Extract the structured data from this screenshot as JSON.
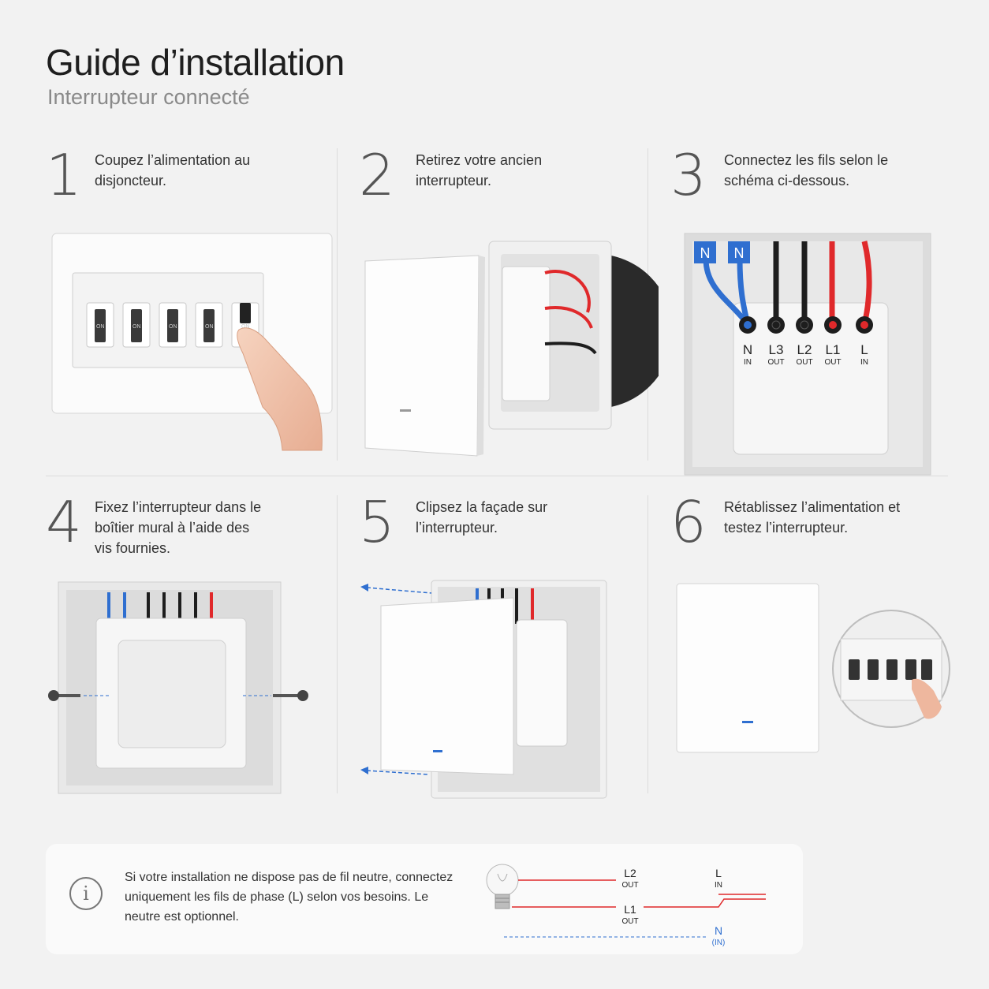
{
  "header": {
    "title": "Guide d’installation",
    "subtitle": "Interrupteur connecté"
  },
  "steps": [
    {
      "number": "1",
      "text": "Coupez l’alimentation au disjoncteur."
    },
    {
      "number": "2",
      "text": "Retirez votre ancien interrupteur."
    },
    {
      "number": "3",
      "text": "Connectez les fils selon le schéma ci-dessous."
    },
    {
      "number": "4",
      "text": "Fixez l’interrupteur dans le boîtier mural à l’aide des vis fournies."
    },
    {
      "number": "5",
      "text": "Clipsez la façade sur l’interrupteur."
    },
    {
      "number": "6",
      "text": "Rétablissez l’alimentation et testez l’interrupteur."
    }
  ],
  "terminals": [
    {
      "name": "N",
      "sub": "IN",
      "wire": "blue"
    },
    {
      "name": "L3",
      "sub": "OUT",
      "wire": "black"
    },
    {
      "name": "L2",
      "sub": "OUT",
      "wire": "black"
    },
    {
      "name": "L1",
      "sub": "OUT",
      "wire": "red"
    },
    {
      "name": "L",
      "sub": "IN",
      "wire": "red"
    }
  ],
  "wire_tags": [
    "N",
    "N"
  ],
  "breaker_labels": [
    "ON",
    "ON",
    "ON",
    "ON",
    "ON"
  ],
  "info": {
    "icon": "info-icon",
    "icon_glyph": "i",
    "text": "Si votre installation ne dispose pas de fil neutre, connectez uniquement les fils de phase (L) selon vos besoins. Le neutre est optionnel."
  },
  "diagram": {
    "l2_label": "L2",
    "l2_sub": "OUT",
    "l1_label": "L1",
    "l1_sub": "OUT",
    "l_label": "L",
    "l_sub": "IN",
    "n_label": "N",
    "n_sub": "(IN)"
  },
  "colors": {
    "wire_red": "#e0292b",
    "wire_blue": "#2f6fd0",
    "wire_black": "#1d1d1d",
    "indicator_blue": "#2f6fd0"
  }
}
